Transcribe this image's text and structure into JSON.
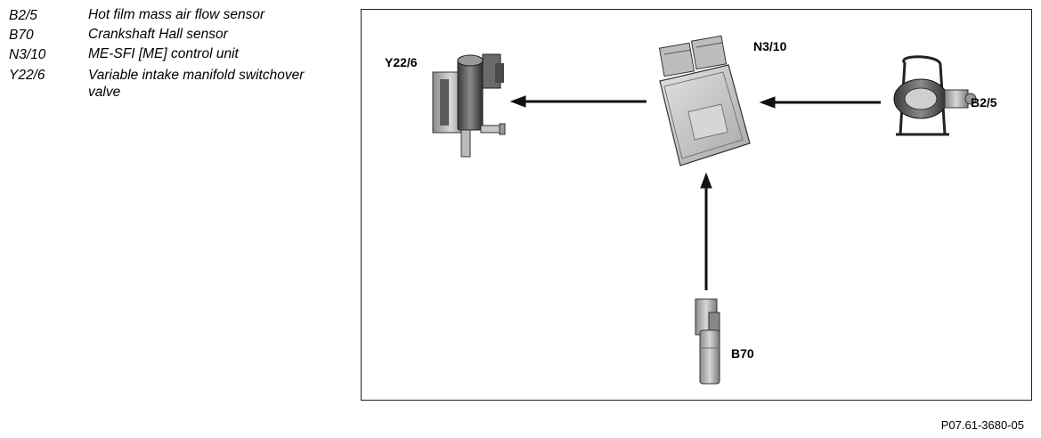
{
  "legend": [
    {
      "code": "B2/5",
      "description": "Hot film mass air flow sensor"
    },
    {
      "code": "B70",
      "description": "Crankshaft Hall sensor"
    },
    {
      "code": "N3/10",
      "description": "ME-SFI [ME] control unit"
    },
    {
      "code": "Y22/6",
      "description": "Variable intake manifold switchover valve"
    }
  ],
  "diagram": {
    "labels": {
      "y22_6": "Y22/6",
      "n3_10": "N3/10",
      "b2_5": "B2/5",
      "b70": "B70"
    }
  },
  "figure_ref": "P07.61-3680-05"
}
